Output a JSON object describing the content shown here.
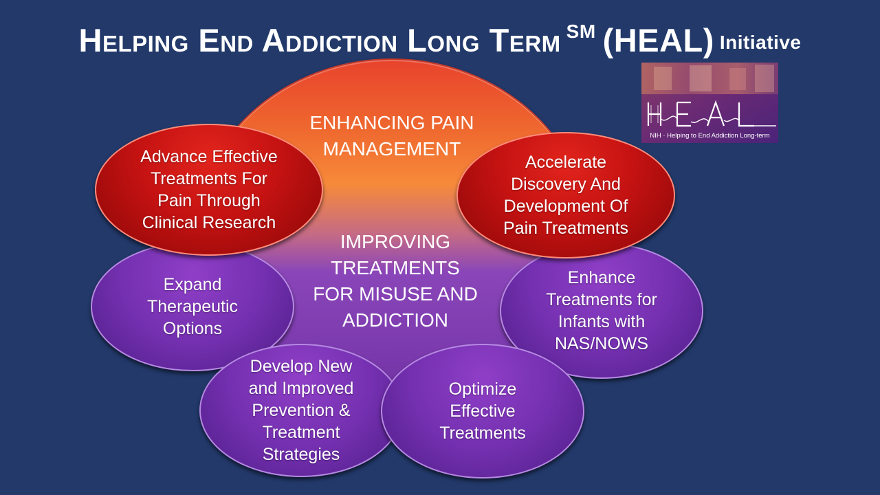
{
  "title": {
    "main": "Helping End Addiction Long Term",
    "superscript": "SM",
    "acronym": "(HEAL)",
    "suffix": "Initiative"
  },
  "center": {
    "top_label": "ENHANCING PAIN\nMANAGEMENT",
    "bottom_label": "IMPROVING\nTREATMENTS\nFOR MISUSE AND\nADDICTION"
  },
  "pain_goals": [
    "Advance Effective\nTreatments For\nPain Through\nClinical Research",
    "Accelerate\nDiscovery And\nDevelopment Of\nPain Treatments"
  ],
  "addiction_goals": [
    "Expand\nTherapeutic\nOptions",
    "Enhance\nTreatments for\nInfants with\nNAS/NOWS",
    "Develop New\nand Improved\nPrevention &\nTreatment\nStrategies",
    "Optimize\nEffective\nTreatments"
  ],
  "logo": {
    "wordmark": "HEAL",
    "caption": "NIH · Helping to End Addiction Long-term"
  },
  "colors": {
    "background": "#22396a",
    "pain_red": "#c41212",
    "addiction_purple": "#7430b0",
    "pain_gradient_top": "#e8432c",
    "pain_gradient_mid": "#f78a3a"
  }
}
